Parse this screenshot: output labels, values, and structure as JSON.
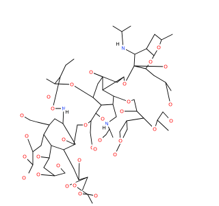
{
  "figure": {
    "kind": "skeletal structural formula",
    "element_colors": {
      "O": "#ff0d0d",
      "N": "#3050f8",
      "C": "#000000"
    }
  },
  "atoms": [
    {
      "id": "n1",
      "text": "N",
      "element": "N"
    },
    {
      "id": "h1",
      "text": "H",
      "element": "H"
    },
    {
      "id": "o1",
      "text": "O",
      "element": "O"
    },
    {
      "id": "o2",
      "text": "O",
      "element": "O"
    },
    {
      "id": "o3",
      "text": "O",
      "element": "O"
    },
    {
      "id": "o4",
      "text": "O",
      "element": "O"
    },
    {
      "id": "o5",
      "text": "O",
      "element": "O"
    },
    {
      "id": "o6",
      "text": "O",
      "element": "O"
    },
    {
      "id": "o7",
      "text": "O",
      "element": "O"
    },
    {
      "id": "o8",
      "text": "O",
      "element": "O"
    },
    {
      "id": "o9",
      "text": "O",
      "element": "O"
    },
    {
      "id": "o10",
      "text": "O",
      "element": "O"
    },
    {
      "id": "o11",
      "text": "O",
      "element": "O"
    },
    {
      "id": "o12",
      "text": "O",
      "element": "O"
    },
    {
      "id": "o13",
      "text": "O",
      "element": "O"
    },
    {
      "id": "o14",
      "text": "O",
      "element": "O"
    },
    {
      "id": "o15",
      "text": "O",
      "element": "O"
    },
    {
      "id": "o16",
      "text": "O",
      "element": "O"
    },
    {
      "id": "o17",
      "text": "O",
      "element": "O"
    },
    {
      "id": "o18",
      "text": "O",
      "element": "O"
    },
    {
      "id": "o19",
      "text": "O",
      "element": "O"
    },
    {
      "id": "n2",
      "text": "N",
      "element": "N"
    },
    {
      "id": "h2",
      "text": "H",
      "element": "H"
    },
    {
      "id": "o20",
      "text": "O",
      "element": "O"
    },
    {
      "id": "o21",
      "text": "O",
      "element": "O"
    },
    {
      "id": "o22",
      "text": "O",
      "element": "O"
    },
    {
      "id": "n3",
      "text": "N",
      "element": "N"
    },
    {
      "id": "h3",
      "text": "H",
      "element": "H"
    },
    {
      "id": "o23",
      "text": "O",
      "element": "O"
    },
    {
      "id": "o24",
      "text": "O",
      "element": "O"
    },
    {
      "id": "o25",
      "text": "O",
      "element": "O"
    },
    {
      "id": "o26",
      "text": "O",
      "element": "O"
    },
    {
      "id": "o27",
      "text": "O",
      "element": "O"
    },
    {
      "id": "o28",
      "text": "O",
      "element": "O"
    },
    {
      "id": "o29",
      "text": "O",
      "element": "O"
    },
    {
      "id": "o30",
      "text": "O",
      "element": "O"
    },
    {
      "id": "o31",
      "text": "O",
      "element": "O"
    },
    {
      "id": "o32",
      "text": "O",
      "element": "O"
    },
    {
      "id": "o33",
      "text": "O",
      "element": "O"
    }
  ]
}
